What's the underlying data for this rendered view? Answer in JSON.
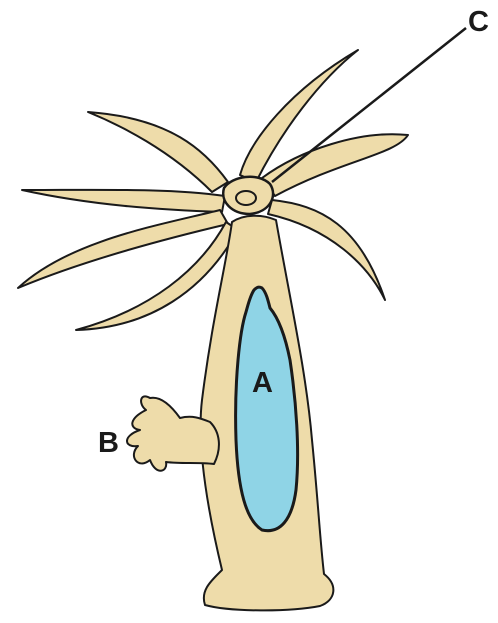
{
  "diagram": {
    "labels": {
      "a": "A",
      "b": "B",
      "c": "C"
    },
    "colors": {
      "body": "#eedcaa",
      "cavity": "#8fd4e6",
      "outline": "#1a1a1a",
      "background": "#ffffff"
    }
  }
}
